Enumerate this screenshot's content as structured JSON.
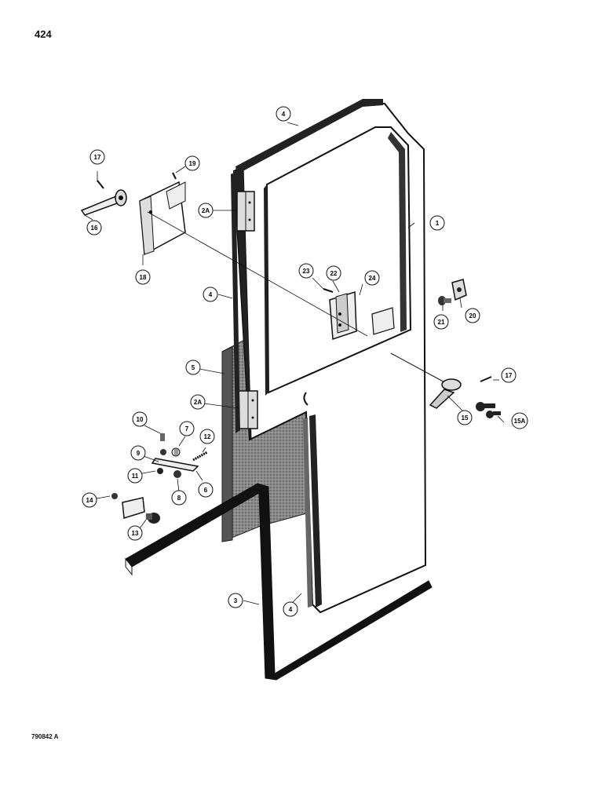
{
  "page": {
    "number": "424",
    "figure_code": "790842 A"
  },
  "callouts": [
    {
      "id": "c1",
      "label": "1"
    },
    {
      "id": "c2a1",
      "label": "2A"
    },
    {
      "id": "c2a2",
      "label": "2A"
    },
    {
      "id": "c3",
      "label": "3"
    },
    {
      "id": "c4a",
      "label": "4"
    },
    {
      "id": "c4b",
      "label": "4"
    },
    {
      "id": "c4c",
      "label": "4"
    },
    {
      "id": "c5",
      "label": "5"
    },
    {
      "id": "c6",
      "label": "6"
    },
    {
      "id": "c7",
      "label": "7"
    },
    {
      "id": "c8",
      "label": "8"
    },
    {
      "id": "c9",
      "label": "9"
    },
    {
      "id": "c10",
      "label": "10"
    },
    {
      "id": "c11",
      "label": "11"
    },
    {
      "id": "c12",
      "label": "12"
    },
    {
      "id": "c13",
      "label": "13"
    },
    {
      "id": "c14",
      "label": "14"
    },
    {
      "id": "c15",
      "label": "15"
    },
    {
      "id": "c15a",
      "label": "15A"
    },
    {
      "id": "c16",
      "label": "16"
    },
    {
      "id": "c17a",
      "label": "17"
    },
    {
      "id": "c17b",
      "label": "17"
    },
    {
      "id": "c18",
      "label": "18"
    },
    {
      "id": "c19",
      "label": "19"
    },
    {
      "id": "c20",
      "label": "20"
    },
    {
      "id": "c21",
      "label": "21"
    },
    {
      "id": "c22",
      "label": "22"
    },
    {
      "id": "c23",
      "label": "23"
    },
    {
      "id": "c24",
      "label": "24"
    }
  ]
}
